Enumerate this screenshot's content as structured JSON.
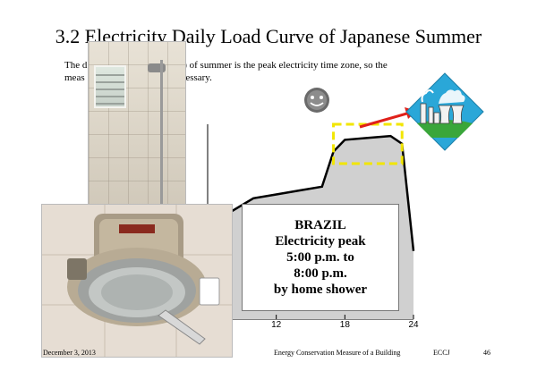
{
  "slide": {
    "title": "3.2  Electricity Daily Load Curve of Japanese Summer",
    "intro_line1": "The d                        4:00 p.m.) of summer is the peak electricity time zone, so the",
    "intro_line2": "meas                        ecome necessary."
  },
  "callout": {
    "line1": "BRAZIL",
    "line2": "Electricity peak",
    "line3": "5:00 p.m. to",
    "line4": "8:00 p.m.",
    "line5": "by home shower"
  },
  "chart_data": {
    "type": "area",
    "x": [
      6,
      8,
      10,
      12,
      14,
      16,
      17,
      18,
      20,
      22,
      23,
      24
    ],
    "xticks": [
      "12",
      "18",
      "24"
    ],
    "values": [
      0.0,
      0.55,
      0.62,
      0.64,
      0.66,
      0.68,
      0.86,
      0.92,
      0.93,
      0.94,
      0.9,
      0.35
    ],
    "xlim": [
      6,
      24
    ],
    "ylim": [
      0,
      1
    ],
    "peak_window": [
      17,
      23
    ]
  },
  "colors": {
    "area_fill": "#d0d0d0",
    "curve": "#000000",
    "highlight": "#f2e600",
    "arrow": "#e0201a",
    "plant_bg": "#2aa7d8",
    "plant_ground": "#3aa63a"
  },
  "footer": {
    "date": "December 3, 2013",
    "center": "Energy Conservation Measure of a Building",
    "org": "ECCJ",
    "page": "46"
  }
}
